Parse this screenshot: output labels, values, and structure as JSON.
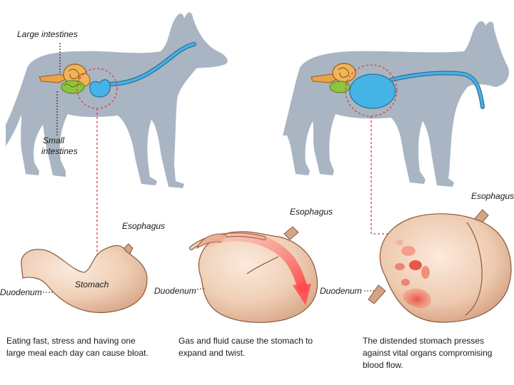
{
  "labels": {
    "large_intestines": "Large intestines",
    "small_intestines_line1": "Small",
    "small_intestines_line2": "intestines",
    "esophagus_1": "Esophagus",
    "stomach": "Stomach",
    "duodenum_1": "Duodenum",
    "esophagus_2": "Esophagus",
    "duodenum_2": "Duodenum",
    "esophagus_3": "Esophagus",
    "duodenum_3": "Duodenum"
  },
  "captions": {
    "step1": "Eating fast, stress and having one large meal each day can cause bloat.",
    "step2": "Gas and fluid cause the stomach to expand and twist.",
    "step3": "The distended stomach presses against vital organs compromising blood flow."
  },
  "colors": {
    "silhouette": "#a9b5c3",
    "organ_blue": "#45b3e6",
    "stomach_skin": "#f2d4bd",
    "callout_red": "#e23a3a",
    "intestine_orange": "#e9a247",
    "intestine_green": "#8fc43f"
  }
}
